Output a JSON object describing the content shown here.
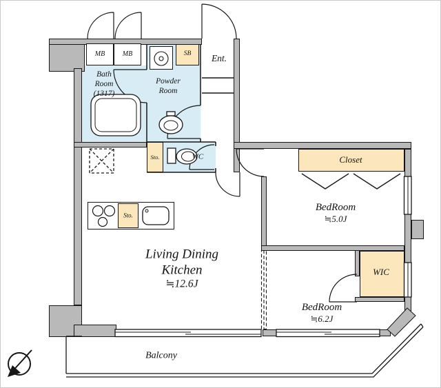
{
  "labels": {
    "mb1": "MB",
    "mb2": "MB",
    "sb": "SB",
    "ent": "Ent.",
    "bath_l1": "Bath",
    "bath_l2": "Room",
    "bath_l3": "(1317)",
    "powder_l1": "Powder",
    "powder_l2": "Room",
    "wc": "WC",
    "sto_hall": "Sto.",
    "sto_kitchen": "Sto.",
    "closet": "Closet",
    "bedroom1_name": "BedRoom",
    "bedroom1_size": "≒5.0J",
    "wic": "WIC",
    "bedroom2_name": "BedRoom",
    "bedroom2_size": "≒6.2J",
    "ldk_l1": "Living Dining",
    "ldk_l2": "Kitchen",
    "ldk_size": "≒12.6J",
    "balcony": "Balcony"
  },
  "icons": {
    "compass": "north-arrow"
  },
  "colors": {
    "wall": "#b9b9b9",
    "wet_area": "#d8ecf6",
    "storage": "#fce7bd",
    "line": "#161616"
  }
}
